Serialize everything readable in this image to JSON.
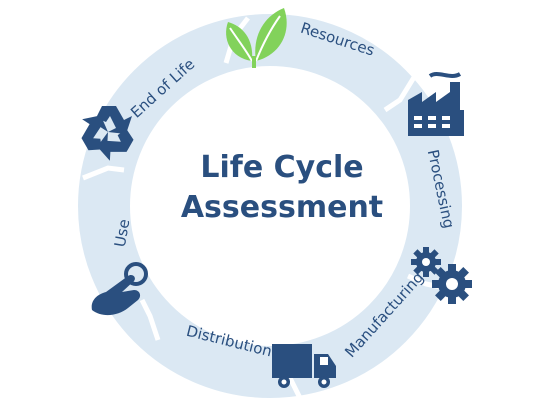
{
  "diagram": {
    "type": "cycle",
    "title_line1": "Life Cycle",
    "title_line2": "Assessment",
    "stages": [
      {
        "label": "Resources",
        "icon": "leaf-icon"
      },
      {
        "label": "Processing",
        "icon": "factory-icon"
      },
      {
        "label": "Manufacturing",
        "icon": "gears-icon"
      },
      {
        "label": "Distribution",
        "icon": "truck-icon"
      },
      {
        "label": "Use",
        "icon": "hand-pointer-icon"
      },
      {
        "label": "End of Life",
        "icon": "recycle-icon"
      }
    ],
    "colors": {
      "ring": "#dbe8f3",
      "ring_edge": "#cddbe8",
      "icon": "#2a4f7f",
      "leaf": "#82d25b",
      "title": "#2a4f7f"
    }
  }
}
